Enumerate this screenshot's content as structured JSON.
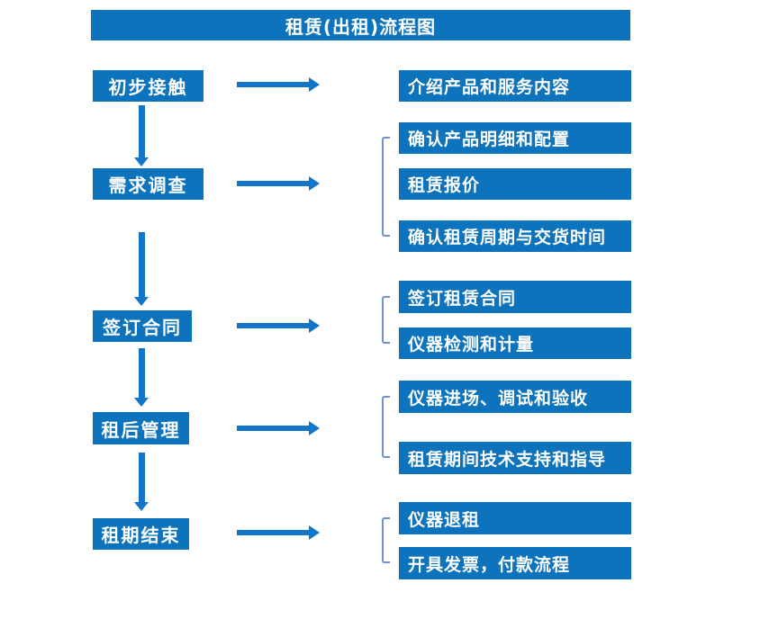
{
  "title": "租赁(出租)流程图",
  "colors": {
    "box_blue": "#0d73bc",
    "arrow_blue": "#1375c8",
    "bracket_blue": "#6c92cf",
    "text_white": "#ffffff"
  },
  "flow": {
    "steps": [
      {
        "label": "初步接触",
        "details": [
          "介绍产品和服务内容"
        ]
      },
      {
        "label": "需求调查",
        "details": [
          "确认产品明细和配置",
          "租赁报价",
          "确认租赁周期与交货时间"
        ]
      },
      {
        "label": "签订合同",
        "details": [
          "签订租赁合同",
          "仪器检测和计量"
        ]
      },
      {
        "label": "租后管理",
        "details": [
          "仪器进场、调试和验收",
          "租赁期间技术支持和指导"
        ]
      },
      {
        "label": "租期结束",
        "details": [
          "仪器退租",
          "开具发票，付款流程"
        ]
      }
    ]
  }
}
